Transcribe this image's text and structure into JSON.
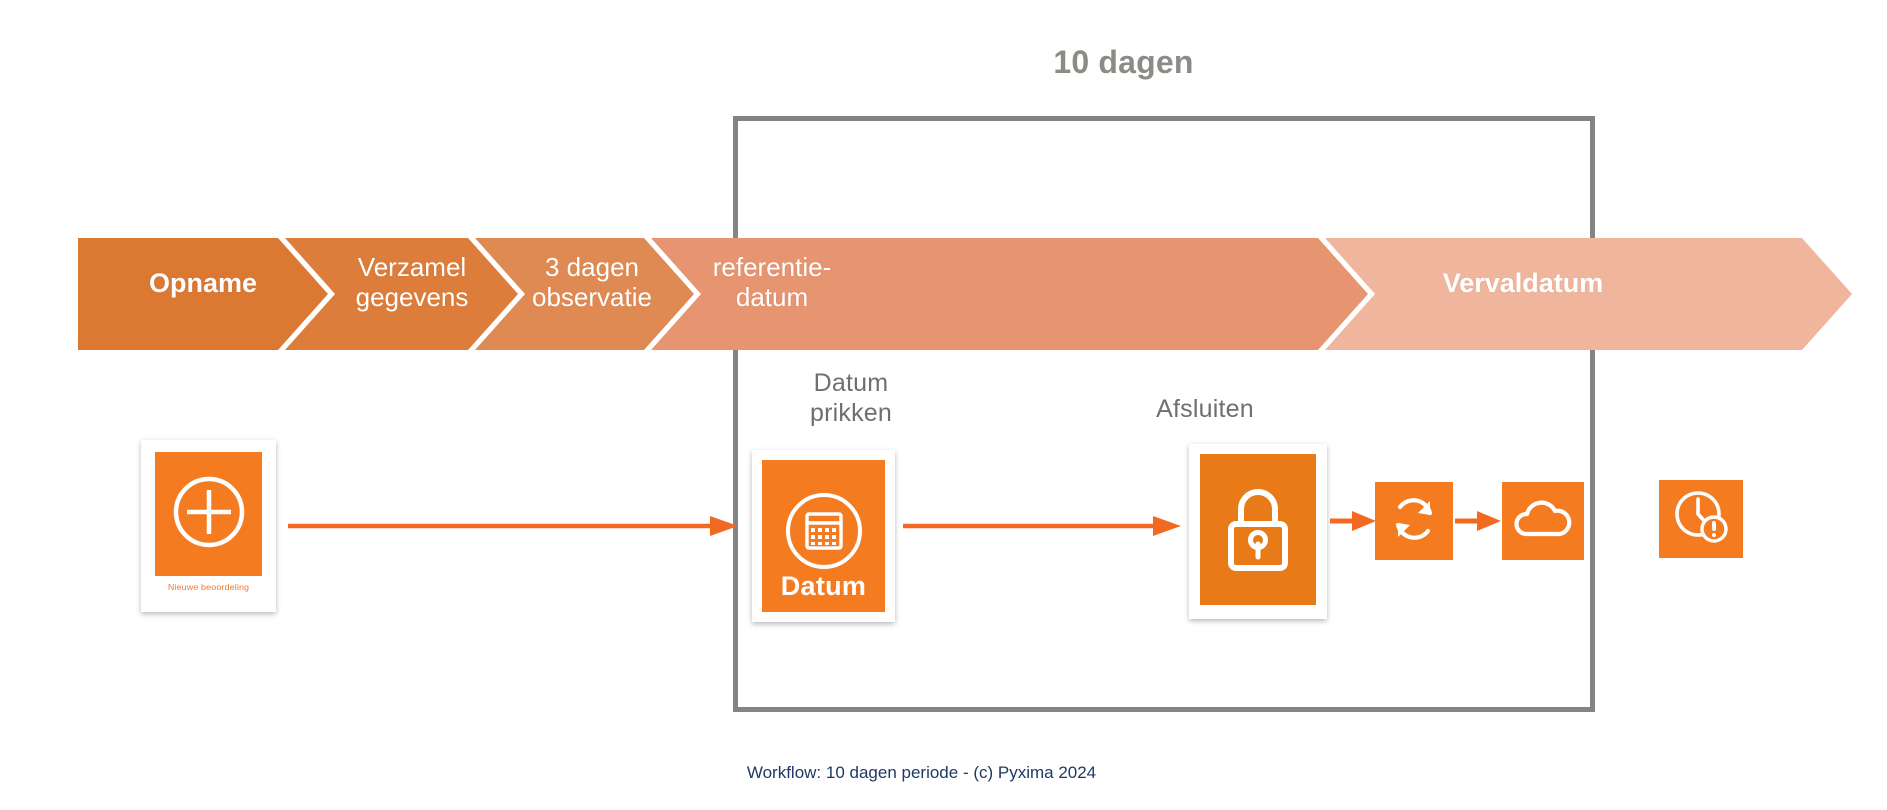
{
  "page": {
    "title": "10 dagen",
    "footer": "Workflow: 10 dagen periode - (c) Pyxima 2024",
    "background": "#ffffff",
    "frame_color": "#848484",
    "title_color": "#8d8b86",
    "footer_color": "#1f3864",
    "accent": "#f07a2e"
  },
  "timeline": {
    "name": "workflow-phase-band",
    "steps": [
      {
        "label_line1": "Opname",
        "label_line2": "",
        "color": "#db7832",
        "bold": false
      },
      {
        "label_line1": "Verzamel",
        "label_line2": "gegevens",
        "color": "#dd7d3b",
        "bold": false
      },
      {
        "label_line1": "3 dagen",
        "label_line2": "observatie",
        "color": "#e08a53",
        "bold": false
      },
      {
        "label_line1": "referentie-",
        "label_line2": "datum",
        "color": "#e79470",
        "bold": false
      },
      {
        "label_line1": "Vervaldatum",
        "label_line2": "",
        "color": "#f0b69d",
        "bold": true
      }
    ]
  },
  "nodes": [
    {
      "id": "nieuwe-beoordeling",
      "caption": "",
      "tile_label": "",
      "mini_label": "Nieuwe beoordeling",
      "icon": "plus-circle-icon",
      "tile_color": "#f47b20",
      "framed": true
    },
    {
      "id": "datum-prikken",
      "caption": "Datum\nprikken",
      "caption_line1": "Datum",
      "caption_line2": "prikken",
      "tile_label": "Datum",
      "mini_label": "",
      "icon": "calendar-circle-icon",
      "tile_color": "#f47b20",
      "framed": true
    },
    {
      "id": "afsluiten",
      "caption_line1": "Afsluiten",
      "caption_line2": "",
      "tile_label": "",
      "mini_label": "",
      "icon": "lock-icon",
      "tile_color": "#e87b17",
      "framed": true
    },
    {
      "id": "synchroniseren",
      "caption_line1": "",
      "caption_line2": "",
      "tile_label": "",
      "mini_label": "",
      "icon": "sync-icon",
      "tile_color": "#f47b20",
      "framed": false
    },
    {
      "id": "cloud-opslag",
      "caption_line1": "",
      "caption_line2": "",
      "tile_label": "",
      "mini_label": "",
      "icon": "cloud-icon",
      "tile_color": "#f47b20",
      "framed": false
    },
    {
      "id": "vervaldatum-alert",
      "caption_line1": "",
      "caption_line2": "",
      "tile_label": "",
      "mini_label": "",
      "icon": "clock-alert-icon",
      "tile_color": "#f47b20",
      "framed": false
    }
  ],
  "connectors": [
    {
      "id": "conn-start-to-datum",
      "from": "nieuwe-beoordeling",
      "to": "datum-prikken"
    },
    {
      "id": "conn-datum-to-afsluiten",
      "from": "datum-prikken",
      "to": "afsluiten"
    },
    {
      "id": "conn-afsluiten-to-sync",
      "from": "afsluiten",
      "to": "synchroniseren"
    },
    {
      "id": "conn-sync-to-cloud",
      "from": "synchroniseren",
      "to": "cloud-opslag"
    }
  ]
}
